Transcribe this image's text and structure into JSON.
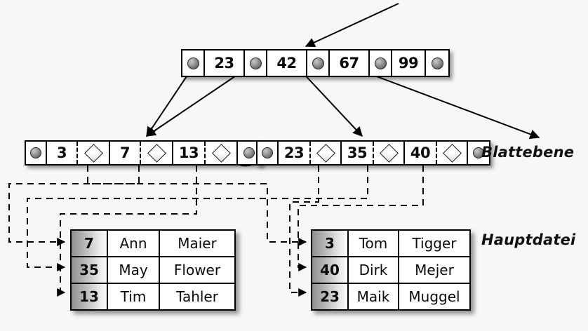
{
  "diagram": {
    "title": "B+-Baum Index mit Blattebene und Hauptdatei",
    "background_color": "#f7f7f7",
    "line_color": "#000000"
  },
  "root_node": {
    "name": "root-index-node",
    "cells": [
      {
        "type": "pointer",
        "label": "●"
      },
      {
        "type": "key",
        "label": "23"
      },
      {
        "type": "pointer",
        "label": "●"
      },
      {
        "type": "key",
        "label": "42"
      },
      {
        "type": "pointer",
        "label": "●"
      },
      {
        "type": "key",
        "label": "67"
      },
      {
        "type": "pointer",
        "label": "●"
      },
      {
        "type": "key",
        "label": "99"
      },
      {
        "type": "pointer",
        "label": "●"
      }
    ]
  },
  "leaf_left": {
    "name": "leaf-node-left",
    "cells": [
      {
        "type": "pointer",
        "label": "●"
      },
      {
        "type": "key",
        "label": "3"
      },
      {
        "type": "record",
        "label": "◇"
      },
      {
        "type": "key",
        "label": "7"
      },
      {
        "type": "record",
        "label": "◇"
      },
      {
        "type": "key",
        "label": "13"
      },
      {
        "type": "record",
        "label": "◇"
      },
      {
        "type": "pointer",
        "label": "●"
      }
    ]
  },
  "leaf_right": {
    "name": "leaf-node-right",
    "cells": [
      {
        "type": "pointer",
        "label": "●"
      },
      {
        "type": "key",
        "label": "23"
      },
      {
        "type": "record",
        "label": "◇"
      },
      {
        "type": "key",
        "label": "35"
      },
      {
        "type": "record",
        "label": "◇"
      },
      {
        "type": "key",
        "label": "40"
      },
      {
        "type": "record",
        "label": "◇"
      },
      {
        "type": "pointer",
        "label": "●"
      }
    ]
  },
  "table_left": {
    "name": "main-file-table-left",
    "rows": [
      {
        "key": "7",
        "first": "Ann",
        "last": "Maier"
      },
      {
        "key": "35",
        "first": "May",
        "last": "Flower"
      },
      {
        "key": "13",
        "first": "Tim",
        "last": "Tahler"
      }
    ]
  },
  "table_right": {
    "name": "main-file-table-right",
    "rows": [
      {
        "key": "3",
        "first": "Tom",
        "last": "Tigger"
      },
      {
        "key": "40",
        "first": "Dirk",
        "last": "Mejer"
      },
      {
        "key": "23",
        "first": "Maik",
        "last": "Muggel"
      }
    ]
  },
  "labels": {
    "leaf_level": "Blattebene",
    "main_file": "Hauptdatei"
  }
}
